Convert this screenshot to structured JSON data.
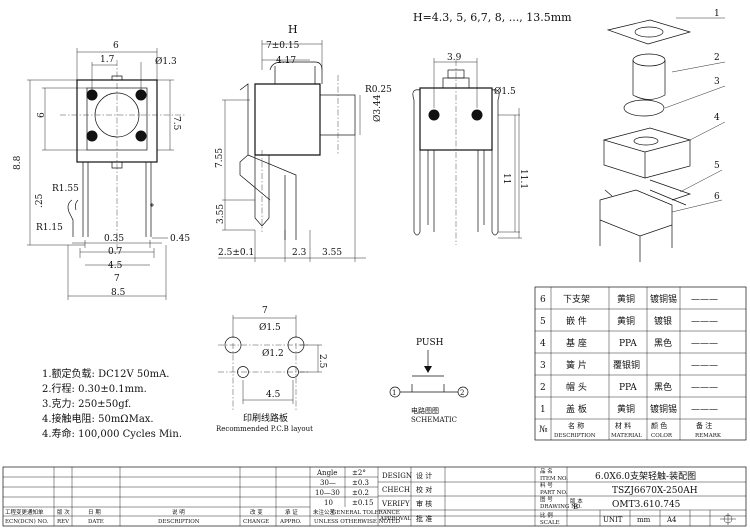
{
  "height_note": "H=4.3, 5, 6,7, 8, ..., 13.5mm",
  "front_view": {
    "width": "6",
    "pitch": "1.7",
    "hole_dia": "Ø1.3",
    "height_6": "6",
    "height_7_5": "7.5",
    "height_8_8": "8.8",
    "r1_55": "R1.55",
    "r1_15": "R1.15",
    "dim_25": ".25",
    "d0_35": "0.35",
    "d0_7": "0.7",
    "d4_5": "4.5",
    "d7": "7",
    "d8_5": "8.5",
    "d0_45": "0.45"
  },
  "side_view": {
    "label": "H",
    "top_width": "7±0.15",
    "width_4_17": "4.17",
    "r0_25": "R0.25",
    "dia_3_44": "Ø3.44",
    "h7_55": "7.55",
    "h3_55": "3.55",
    "w2_5": "2.5±0.1",
    "w2_3": "2.3",
    "w3_55": "3.55"
  },
  "back_view": {
    "w3_9": "3.9",
    "dia1_5": "Ø1.5",
    "h11": "11",
    "h11_1": "11.1"
  },
  "pcb": {
    "w7": "7",
    "dia1_5": "Ø1.5",
    "dia1_2": "Ø1.2",
    "h2_5": "2.5",
    "w4_5": "4.5",
    "title_cn": "印刷线路板",
    "title_en": "Recommended P.C.B layout"
  },
  "schematic": {
    "push": "PUSH",
    "p1": "1",
    "p2": "2",
    "title_cn": "电路图图",
    "title_en": "SCHEMATIC"
  },
  "specs": [
    "1.额定负载: DC12V  50mA.",
    "2.行程: 0.30±0.1mm.",
    "3.克力: 250±50gf.",
    "4.接触电阻: 50mΩMax.",
    "4.寿命: 100,000 Cycles Min."
  ],
  "callouts": [
    "1",
    "2",
    "3",
    "4",
    "5",
    "6"
  ],
  "bom": {
    "rows": [
      {
        "no": "6",
        "desc": "下支架",
        "material": "黄铜",
        "color": "镀铜锡",
        "remark": "———"
      },
      {
        "no": "5",
        "desc": "嵌  件",
        "material": "黄铜",
        "color": "镀银",
        "remark": "———"
      },
      {
        "no": "4",
        "desc": "基  座",
        "material": "PPA",
        "color": "黑色",
        "remark": "———"
      },
      {
        "no": "3",
        "desc": "簧  片",
        "material": "覆银铜",
        "color": "",
        "remark": "———"
      },
      {
        "no": "2",
        "desc": "帽  头",
        "material": "PPA",
        "color": "黑色",
        "remark": "———"
      },
      {
        "no": "1",
        "desc": "盖  板",
        "material": "黄铜",
        "color": "镀铜锡",
        "remark": "———"
      }
    ],
    "header": {
      "no": "№",
      "desc_cn": "名  称",
      "desc_en": "DESCRIPTION",
      "mat_cn": "材  料",
      "mat_en": "MATERIAL",
      "color_cn": "颜 色",
      "color_en": "COLOR",
      "rem_cn": "备  注",
      "rem_en": "REMARK"
    }
  },
  "title_block": {
    "angle": "Angle",
    "angle_tol": "±2°",
    "r1": "30—",
    "r1_tol": "±0.3",
    "r2": "10—30",
    "r2_tol": "±0.2",
    "r3": "10",
    "r3_tol": "±0.15",
    "general_tol_cn": "未注公差",
    "general_tol": "GENERAL TOLERANCE",
    "unless": "UNLESS OTHERWISE NOTED",
    "design": "DESIGN",
    "design_cn": "设  计",
    "check": "CHECH",
    "check_cn": "校  对",
    "verify": "VERIFY",
    "verify_cn": "审  核",
    "approval": "APPROVAL",
    "approval_cn": "批  准",
    "name_cn": "品 名",
    "name_en": "ITEM NO.",
    "name": "6.0X6.0支架轻触-装配图",
    "part_cn": "料 号",
    "part_en": "PART NO.",
    "part": "TSZJ6670X-250AH",
    "drawing_cn": "图 号",
    "drawing_en": "DRAWING NO.",
    "drawing": "OMT3.610.745",
    "version_cn": "版 本",
    "version": "B",
    "scale_cn": "比 例",
    "scale": "SCALE",
    "unit": "UNIT",
    "unit_val": "mm",
    "size": "A4",
    "ecn_cn": "工程变更通知单",
    "ecn": "ECN(DCN) NO.",
    "rev_cn": "版 次",
    "rev": "REV",
    "date_cn": "日 期",
    "date": "DATE",
    "desc_cn": "说 明",
    "desc": "DESCRIPTION",
    "change_cn": "改 变",
    "change": "CHANGE",
    "appro_cn": "承 证",
    "appro": "APPRO."
  }
}
